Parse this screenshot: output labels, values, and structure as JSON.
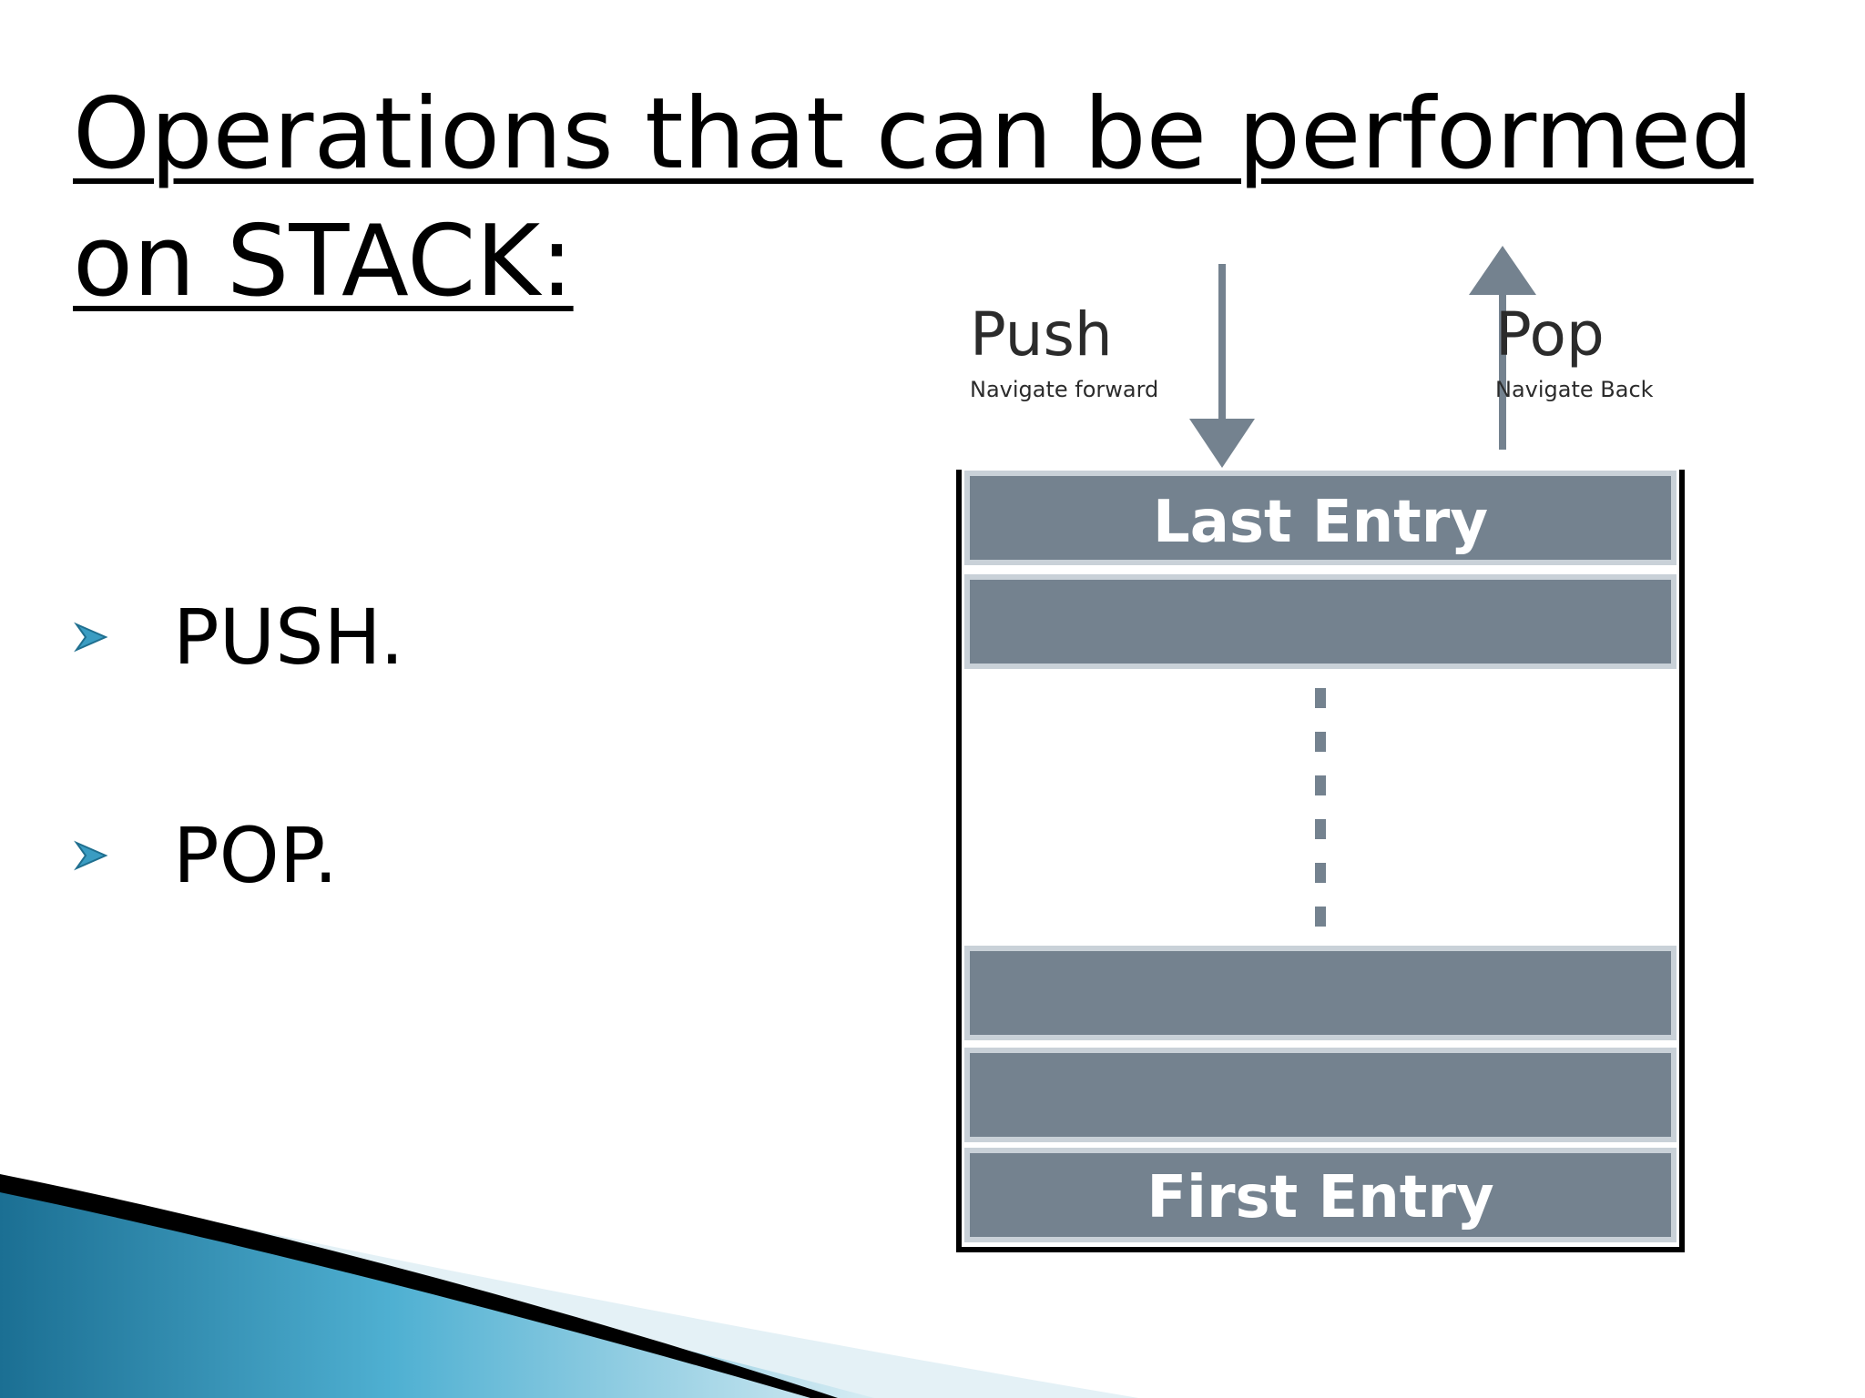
{
  "title": "Operations that can be performed on STACK:",
  "bullets": [
    {
      "label": "PUSH."
    },
    {
      "label": "POP."
    }
  ],
  "diagram": {
    "push": {
      "label": "Push",
      "sublabel": "Navigate forward"
    },
    "pop": {
      "label": "Pop",
      "sublabel": "Navigate Back"
    },
    "top_entry": "Last Entry",
    "bottom_entry": "First Entry"
  },
  "colors": {
    "stack_cell": "#74828f",
    "arrow": "#74828f",
    "bullet_marker": "#3a9cc2",
    "wave_dark": "#1b6f93",
    "wave_light": "#5bbad8"
  }
}
